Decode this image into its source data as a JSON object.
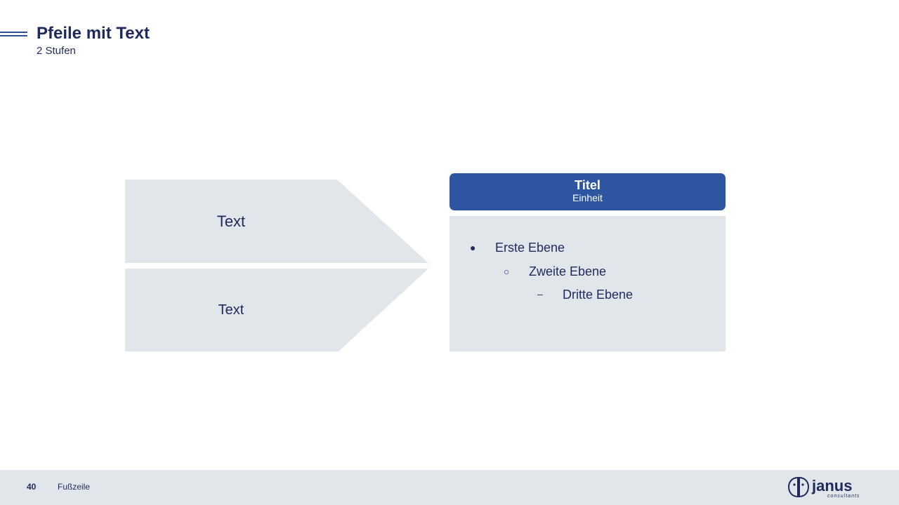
{
  "header": {
    "title": "Pfeile mit Text",
    "subtitle": "2 Stufen"
  },
  "arrows": [
    {
      "text": "Text"
    },
    {
      "text": "Text"
    }
  ],
  "card": {
    "title": "Titel",
    "unit": "Einheit",
    "bullets": [
      {
        "level": 1,
        "marker": "●",
        "text": "Erste Ebene"
      },
      {
        "level": 2,
        "marker": "○",
        "text": "Zweite Ebene"
      },
      {
        "level": 3,
        "marker": "–",
        "text": "Dritte Ebene"
      }
    ]
  },
  "footer": {
    "page_number": "40",
    "text": "Fußzeile",
    "logo_text": "janus",
    "logo_subtext": "consultants"
  },
  "colors": {
    "primary": "#2e55a0",
    "text": "#1f2a5c",
    "panel": "#e1e6eb"
  }
}
